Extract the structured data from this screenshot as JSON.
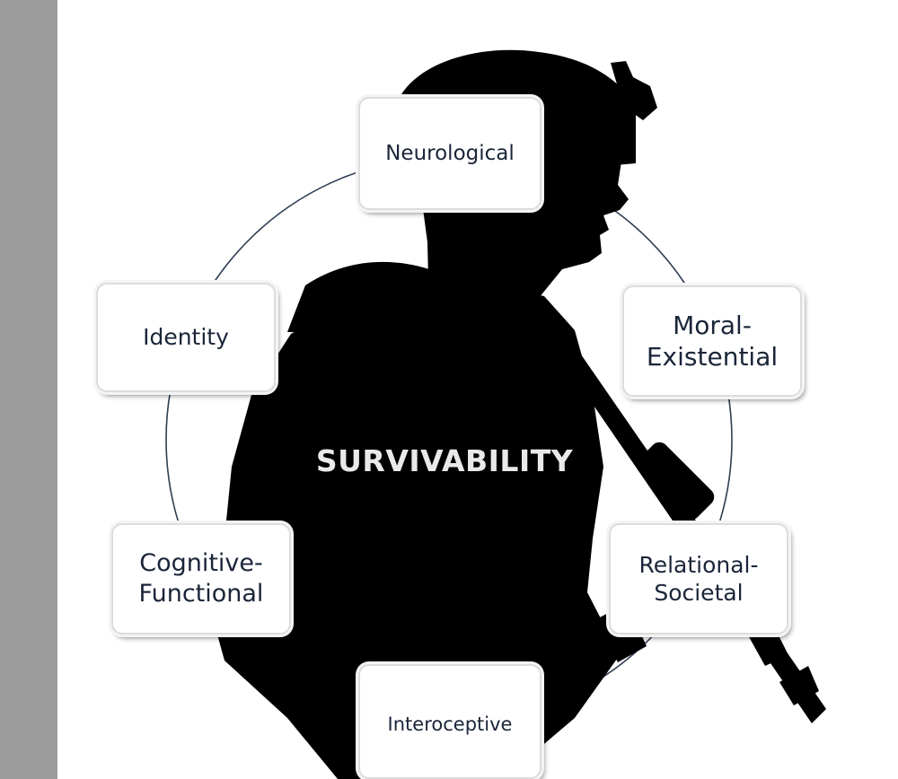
{
  "diagram": {
    "center_label": "SURVIVABILITY",
    "nodes": [
      {
        "id": "neurological",
        "lines": [
          "Neurological"
        ]
      },
      {
        "id": "identity",
        "lines": [
          "Identity"
        ]
      },
      {
        "id": "moral-existential",
        "lines": [
          "Moral-",
          "Existential"
        ]
      },
      {
        "id": "cognitive-functional",
        "lines": [
          "Cognitive-",
          "Functional"
        ]
      },
      {
        "id": "relational-societal",
        "lines": [
          "Relational-",
          "Societal"
        ]
      },
      {
        "id": "interoceptive",
        "lines": [
          "Interoceptive"
        ]
      }
    ]
  },
  "colors": {
    "side_bar": "#9c9c9c",
    "silhouette": "#000000",
    "ring": "#2f3e52",
    "node_text": "#1a2538",
    "center_text": "#e9e9e9"
  },
  "icons": {
    "figure": "soldier-silhouette-icon",
    "weapon": "rifle-icon"
  }
}
